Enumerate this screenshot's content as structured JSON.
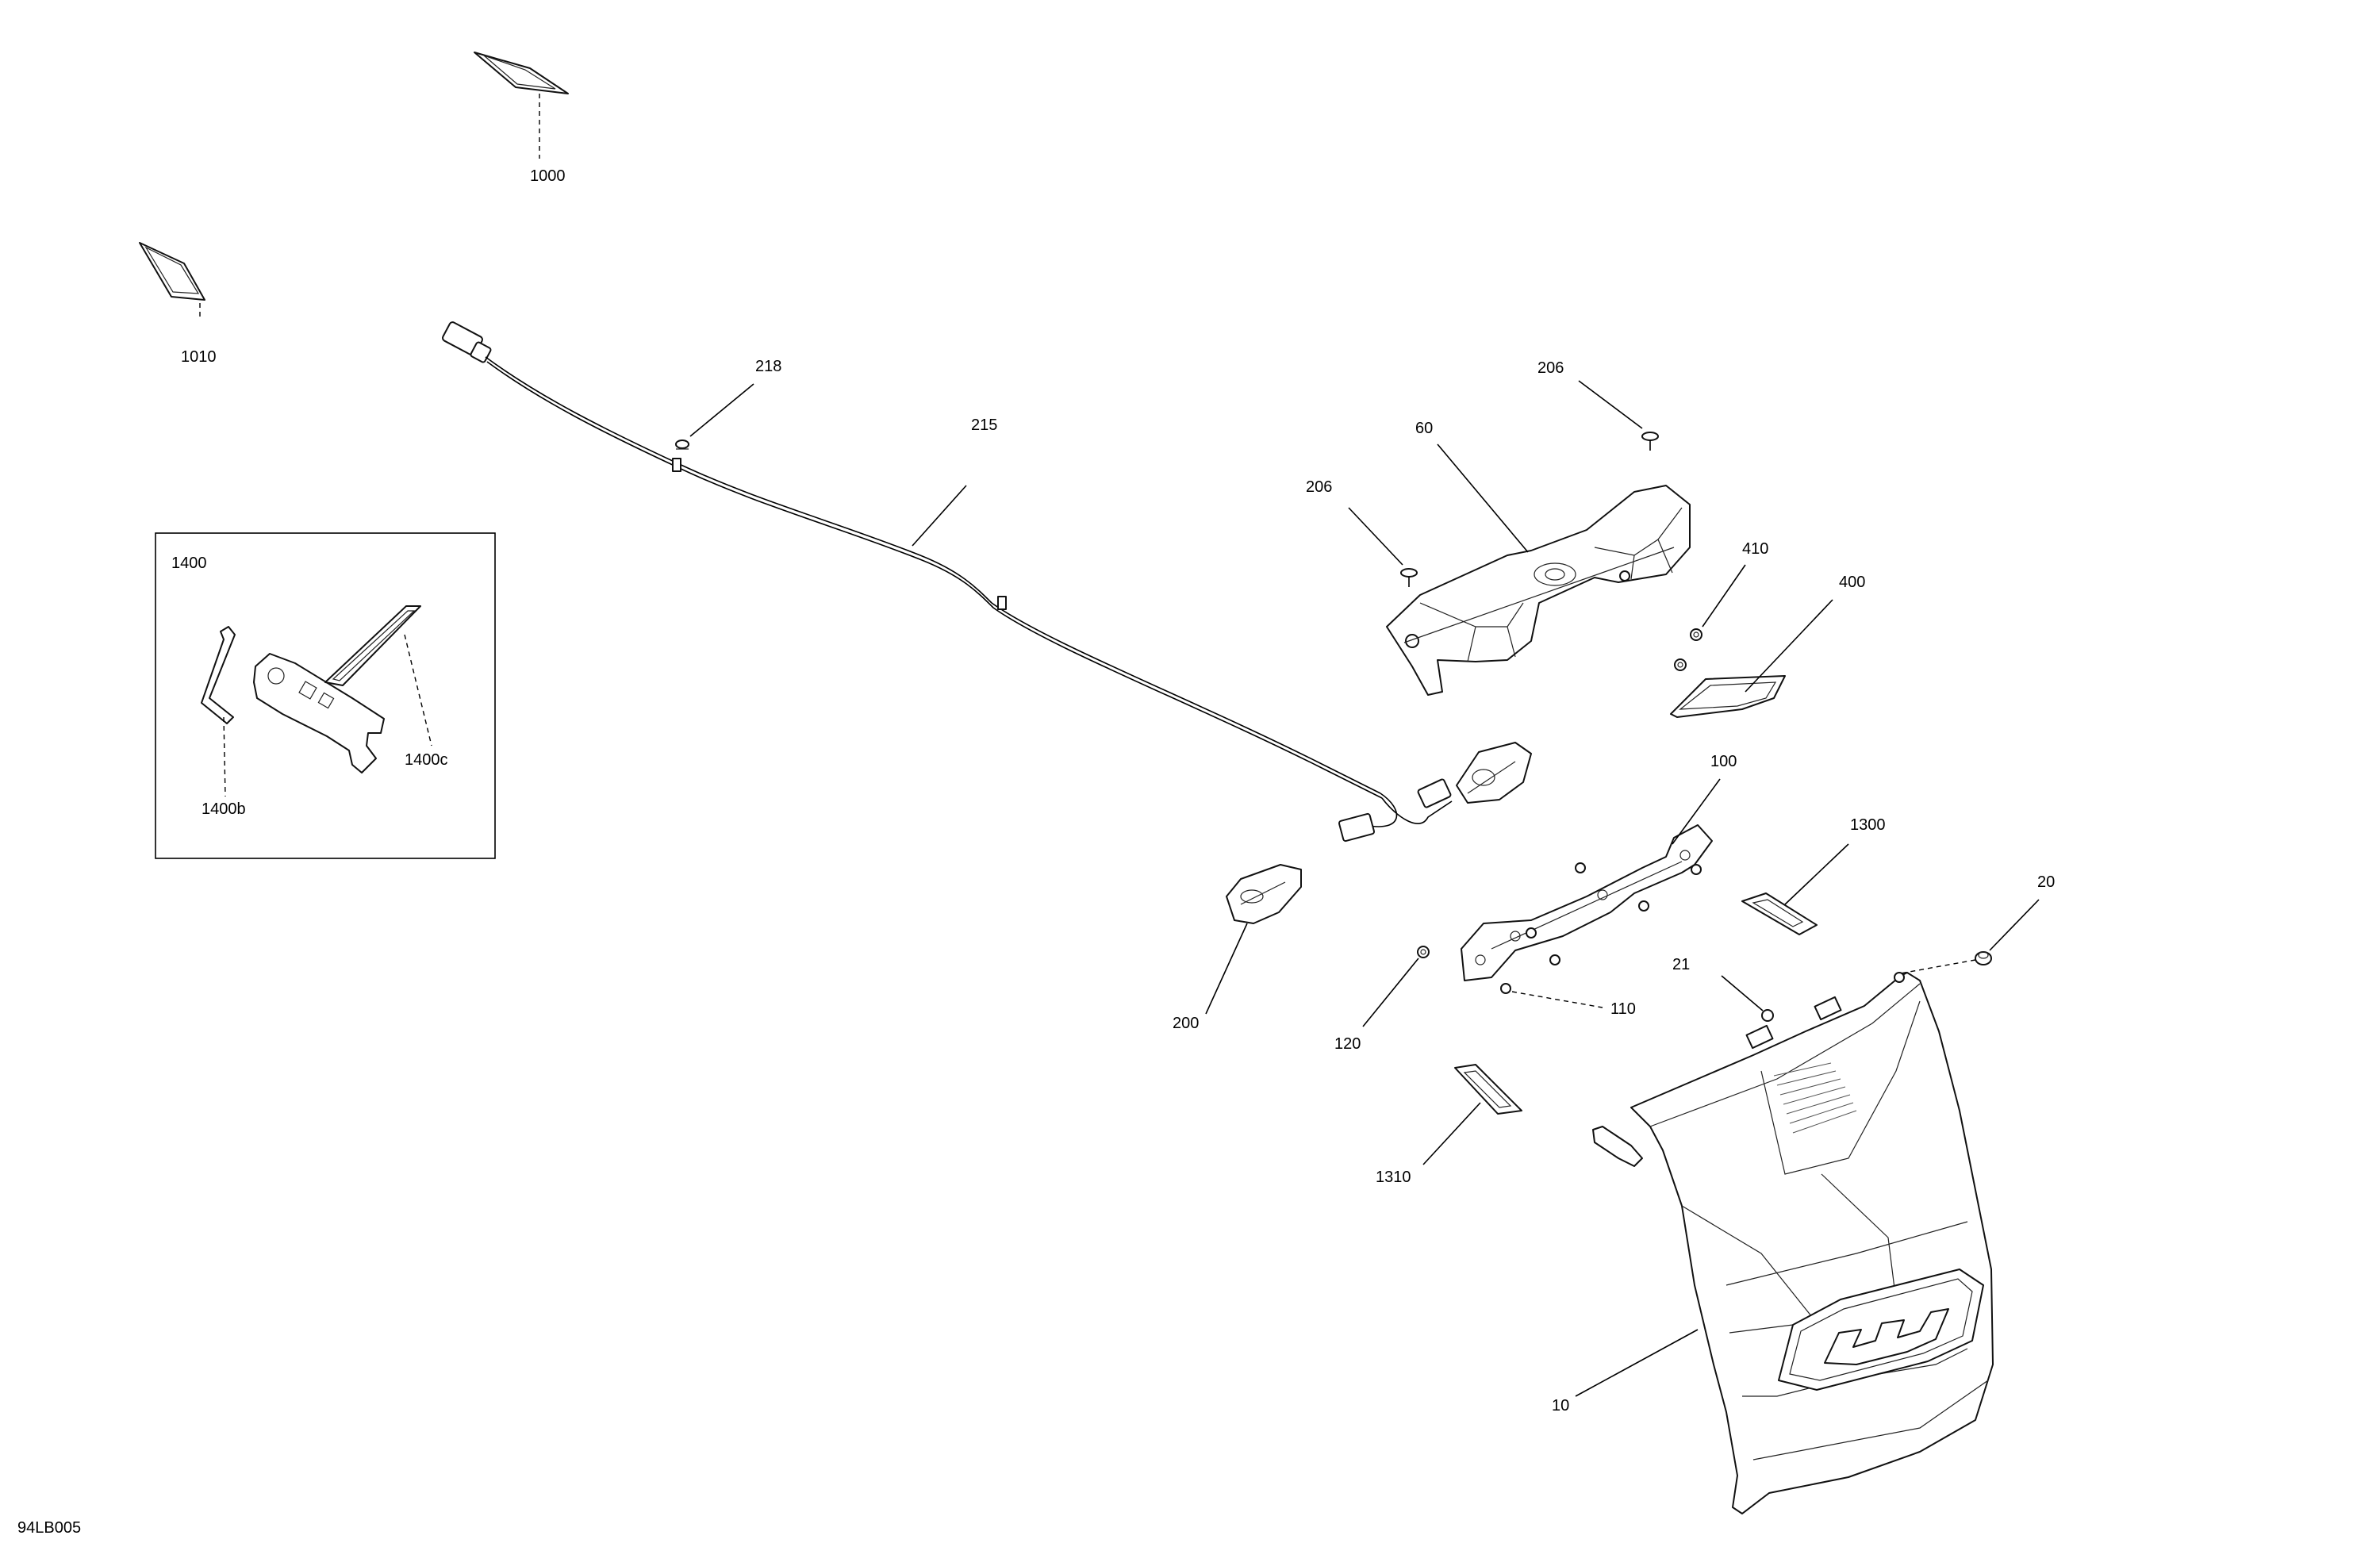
{
  "diagram_id": "94LB005",
  "callouts": {
    "c1000": "1000",
    "c1010": "1010",
    "c218": "218",
    "c215": "215",
    "c206a": "206",
    "c206b": "206",
    "c60": "60",
    "c410": "410",
    "c400": "400",
    "c1400": "1400",
    "c1400b": "1400b",
    "c1400c": "1400c",
    "c100": "100",
    "c1300": "1300",
    "c20": "20",
    "c21": "21",
    "c110": "110",
    "c120": "120",
    "c200": "200",
    "c1310": "1310",
    "c10": "10"
  }
}
